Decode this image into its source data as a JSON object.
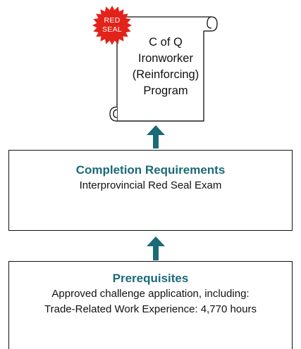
{
  "badge": {
    "line1": "RED",
    "line2": "SEAL",
    "color": "#e2231a"
  },
  "certificate": {
    "lines": [
      "C of Q",
      "Ironworker",
      "(Reinforcing)",
      "Program"
    ]
  },
  "completion": {
    "title": "Completion Requirements",
    "lines": [
      "Interprovincial Red Seal Exam"
    ]
  },
  "prerequisites": {
    "title": "Prerequisites",
    "lines": [
      "Approved challenge application, including:",
      "Trade-Related Work Experience: 4,770 hours"
    ]
  },
  "colors": {
    "arrow": "#1b6a78",
    "title": "#1b6a78",
    "border": "#111111"
  },
  "icons": [
    "scroll-icon",
    "red-seal-badge-icon",
    "up-arrow-icon"
  ]
}
